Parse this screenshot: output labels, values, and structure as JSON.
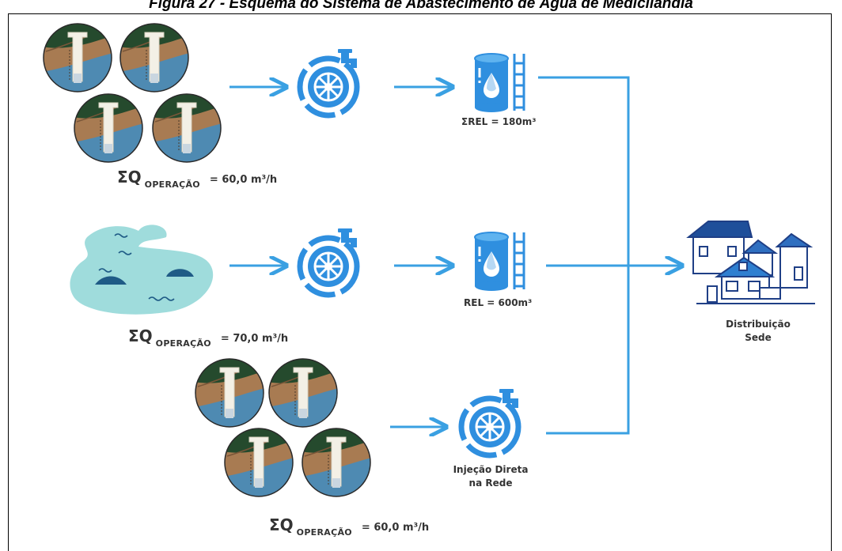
{
  "title": "Figura 27 - Esquema do Sistema de Abastecimento de Água de Medicilândia",
  "branches": [
    {
      "sum": {
        "symbol": "ΣQ",
        "subscript": "OPERAÇÃO",
        "value": "=  60,0 m³/h"
      },
      "reservoir_label": "ΣREL = 180m³"
    },
    {
      "sum": {
        "symbol": "ΣQ",
        "subscript": "OPERAÇÃO",
        "value": "=  70,0 m³/h"
      },
      "reservoir_label": "REL = 600m³"
    },
    {
      "sum": {
        "symbol": "ΣQ",
        "subscript": "OPERAÇÃO",
        "value": "=  60,0 m³/h"
      },
      "pump_label_line1": "Injeção Direta",
      "pump_label_line2": "na Rede"
    }
  ],
  "destination": {
    "line1": "Distribuição",
    "line2": "Sede"
  },
  "colors": {
    "flow": "#3aa0e2",
    "pump": "#2f8fdf",
    "lake": "#9fdcdc",
    "well_soil": "#a87b52",
    "well_water": "#4e8ab2",
    "well_grass": "#254a2d"
  },
  "icons": [
    "well-icon",
    "lake-icon",
    "pump-icon",
    "reservoir-icon",
    "houses-icon"
  ]
}
